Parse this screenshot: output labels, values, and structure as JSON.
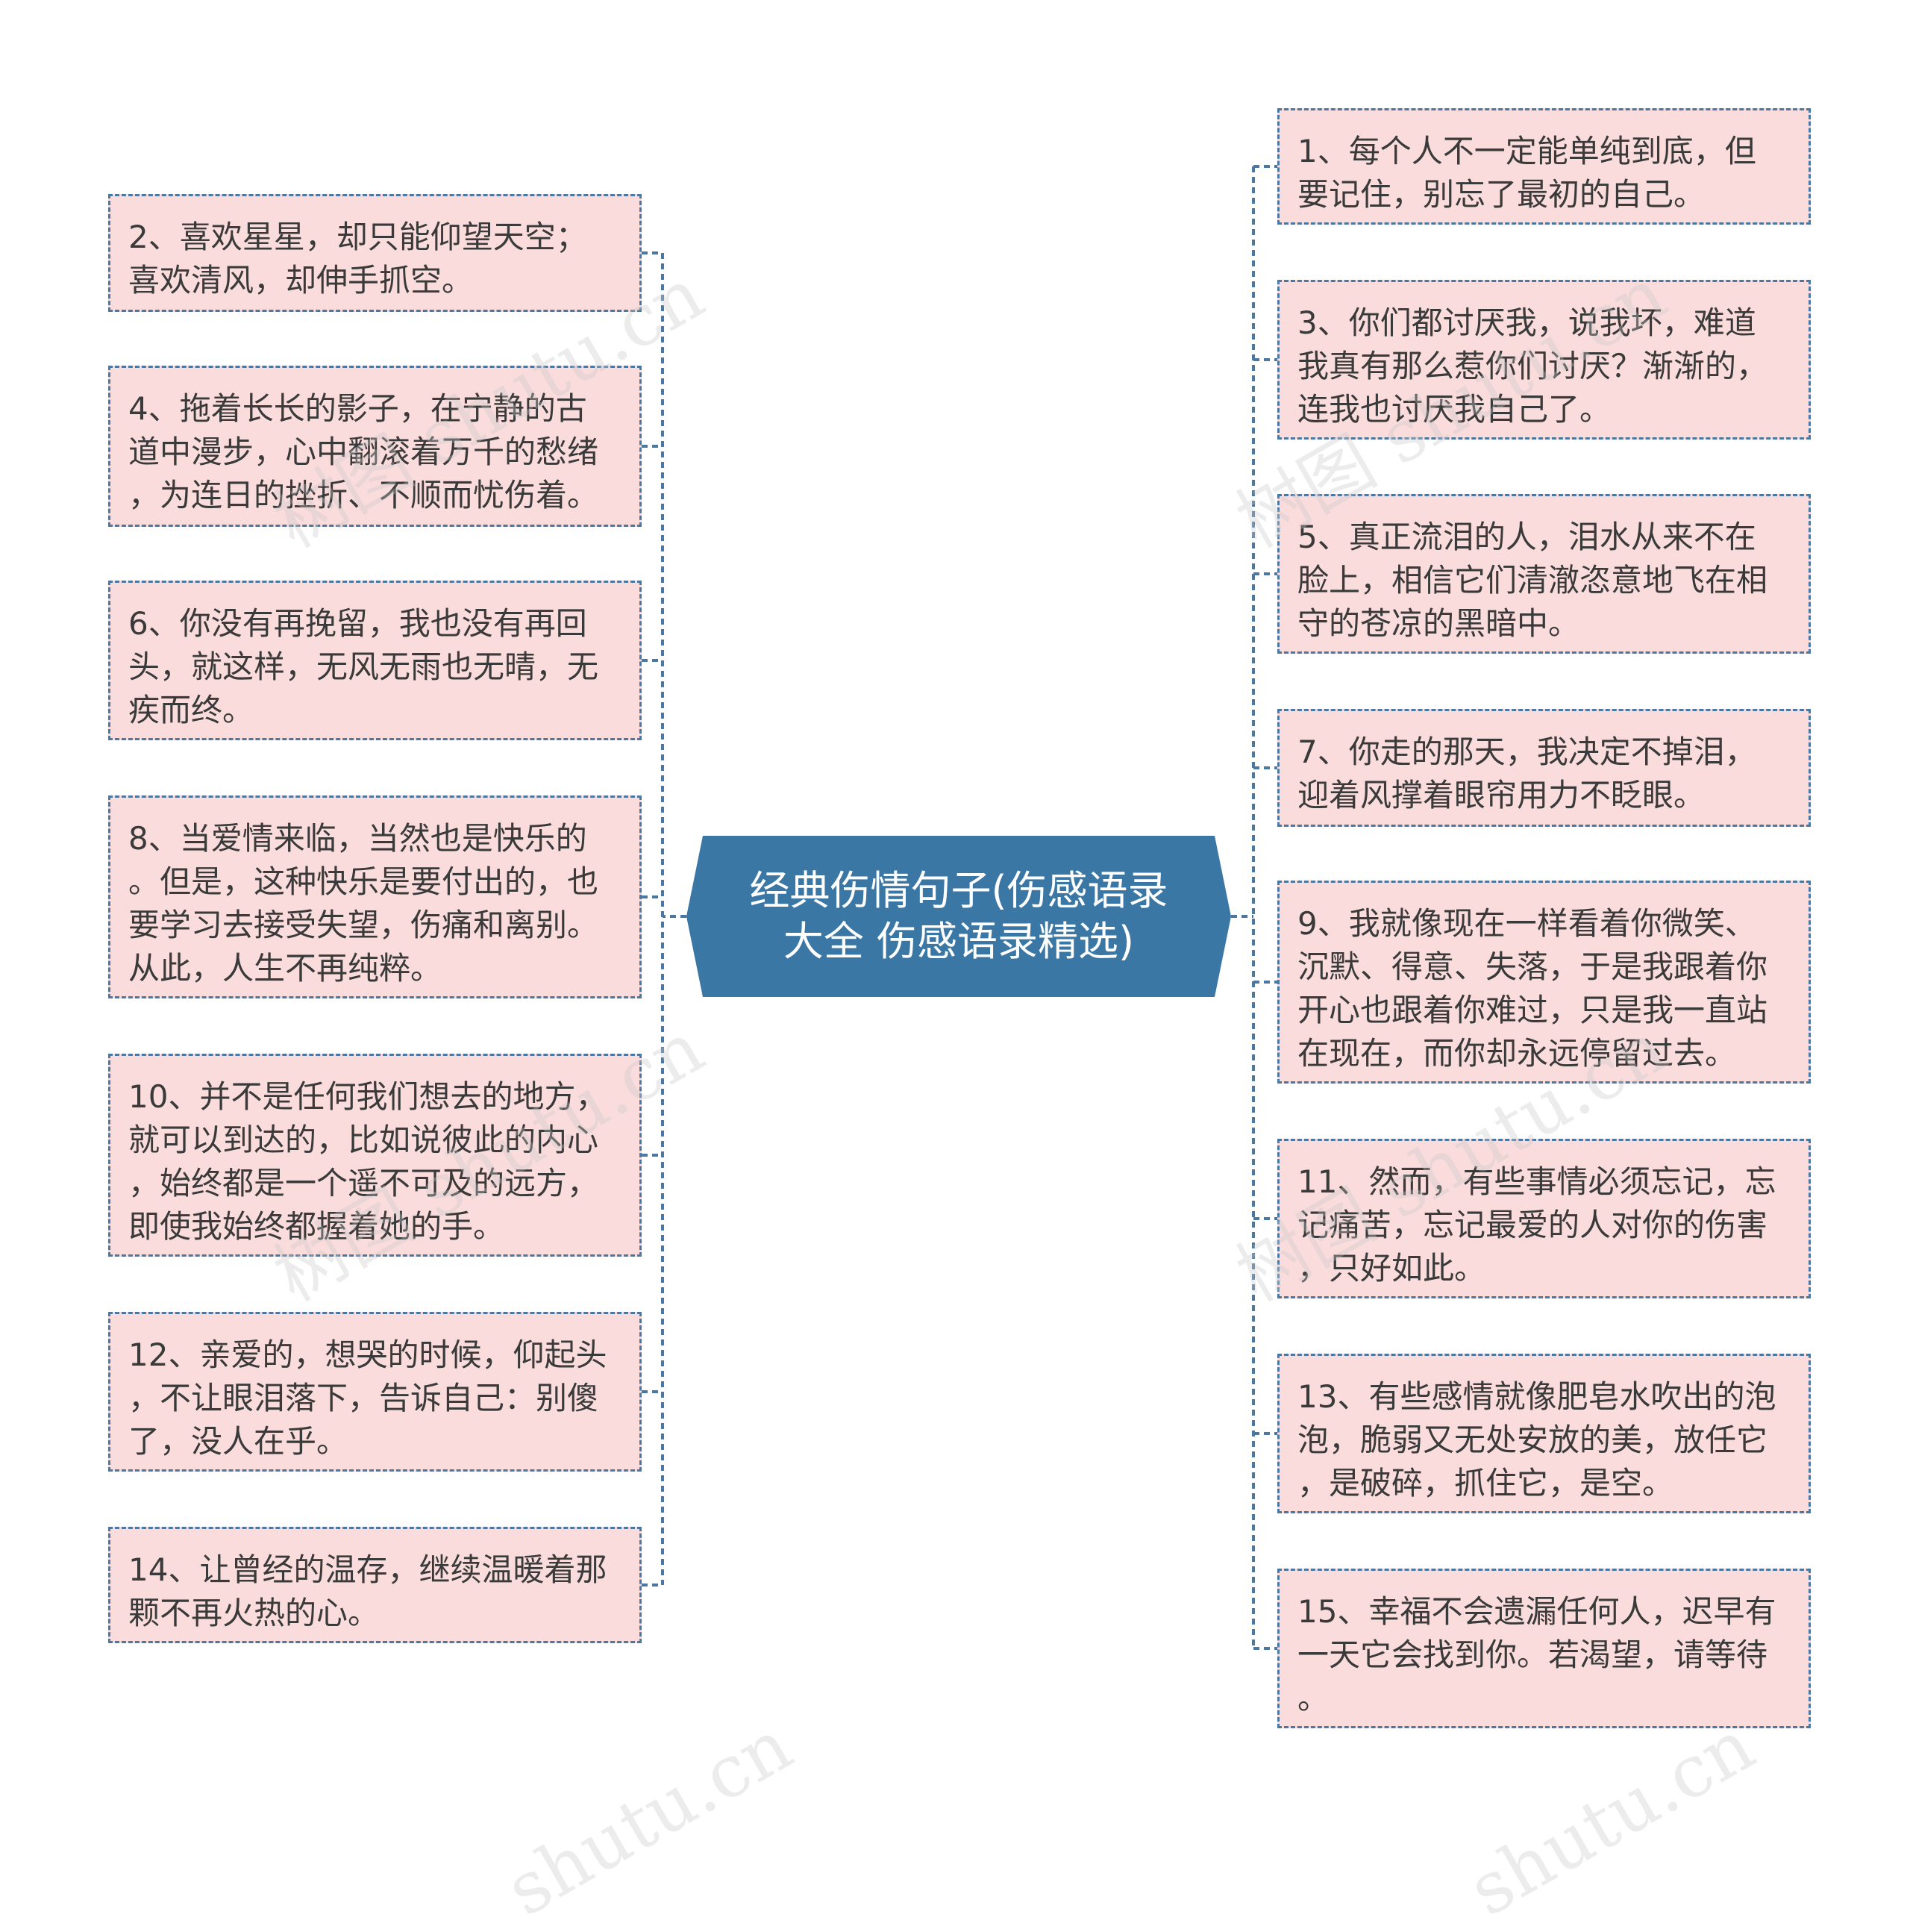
{
  "title": "经典伤情句子(伤感语录大全 伤感语录精选)",
  "colors": {
    "root_fill": "#3a77a5",
    "node_fill": "#fadcdc",
    "node_border": "#4a78a0",
    "line": "#4a78a0"
  },
  "left_nodes": [
    "2、喜欢星星，却只能仰望天空；\n喜欢清风，却伸手抓空。",
    "4、拖着长长的影子，在宁静的古\n道中漫步，心中翻滚着万千的愁绪\n，为连日的挫折、不顺而忧伤着。",
    "6、你没有再挽留，我也没有再回\n头，就这样，无风无雨也无晴，无\n疾而终。",
    "8、当爱情来临，当然也是快乐的\n。但是，这种快乐是要付出的，也\n要学习去接受失望，伤痛和离别。\n从此，人生不再纯粹。",
    "10、并不是任何我们想去的地方，\n就可以到达的，比如说彼此的内心\n，始终都是一个遥不可及的远方，\n即使我始终都握着她的手。",
    "12、亲爱的，想哭的时候，仰起头\n，不让眼泪落下，告诉自己：别傻\n了，没人在乎。",
    "14、让曾经的温存，继续温暖着那\n颗不再火热的心。"
  ],
  "right_nodes": [
    "1、每个人不一定能单纯到底，但\n要记住，别忘了最初的自己。",
    "3、你们都讨厌我，说我坏，难道\n我真有那么惹你们讨厌？渐渐的，\n连我也讨厌我自己了。",
    "5、真正流泪的人，泪水从来不在\n脸上，相信它们清澈恣意地飞在相\n守的苍凉的黑暗中。",
    "7、你走的那天，我决定不掉泪，\n迎着风撑着眼帘用力不眨眼。",
    "9、我就像现在一样看着你微笑、\n沉默、得意、失落，于是我跟着你\n开心也跟着你难过，只是我一直站\n在现在，而你却永远停留过去。",
    "11、然而，有些事情必须忘记，忘\n记痛苦，忘记最爱的人对你的伤害\n，只好如此。",
    "13、有些感情就像肥皂水吹出的泡\n泡，脆弱又无处安放的美，放任它\n，是破碎，抓住它，是空。",
    "15、幸福不会遗漏任何人，迟早有\n一天它会找到你。若渴望，请等待\n。"
  ],
  "watermarks": [
    "树图 shutu.cn",
    "树图 shutu.cn",
    "树图 shutu.cn",
    "树图 shutu.cn",
    "shutu.cn",
    "shutu.cn"
  ]
}
